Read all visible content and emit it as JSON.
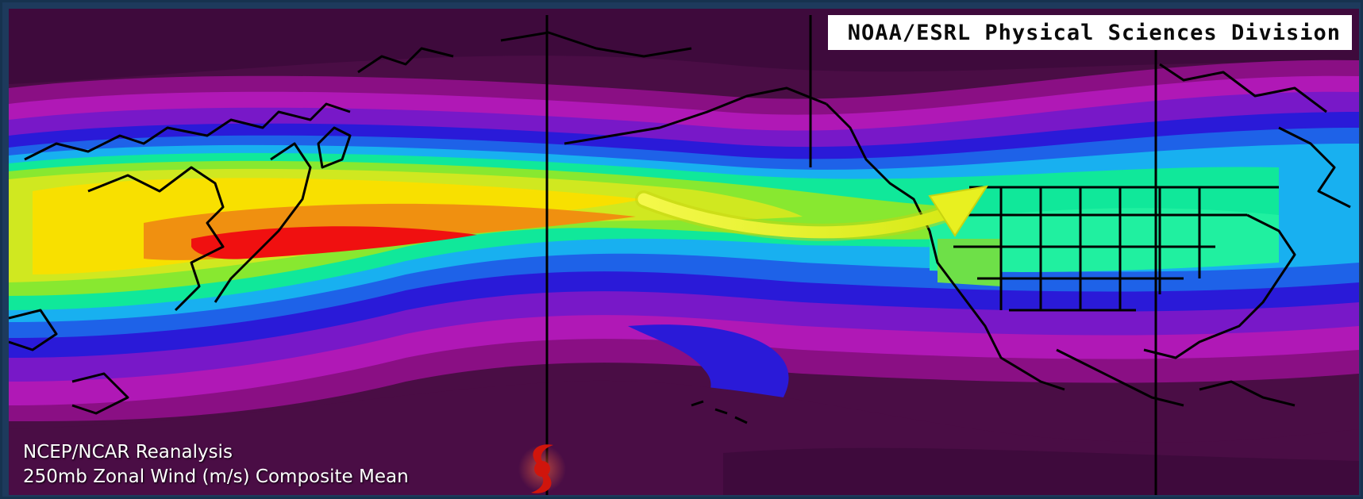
{
  "credit": "NOAA/ESRL Physical Sciences Division",
  "caption": {
    "line1": "NCEP/NCAR Reanalysis",
    "line2": "250mb Zonal Wind (m/s) Composite Mean"
  },
  "colors": {
    "frame": "#1d3a5c",
    "arrow": "#e8f020",
    "hurricane_symbol": "#d0150c",
    "coastline": "#000000"
  },
  "icons": {
    "hurricane": "hurricane-symbol-icon",
    "arrow": "jet-stream-arrow-icon"
  }
}
